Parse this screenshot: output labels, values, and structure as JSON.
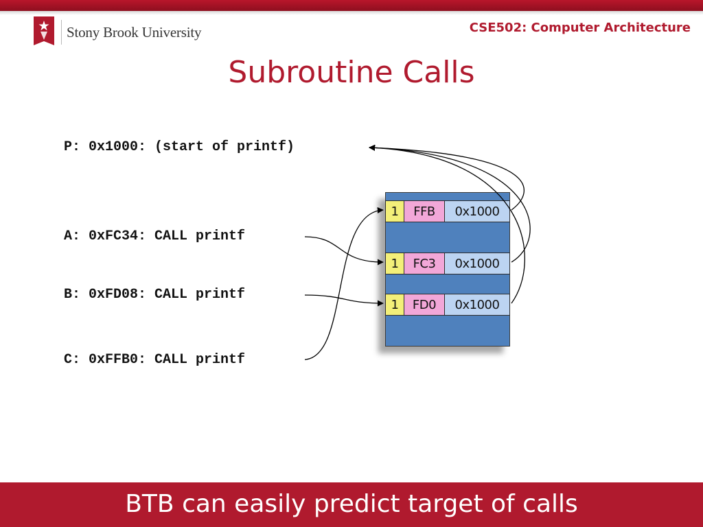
{
  "header": {
    "logo_text": "Stony Brook University",
    "course_title": "CSE502: Computer Architecture"
  },
  "slide": {
    "title": "Subroutine Calls"
  },
  "code_lines": {
    "p": "P: 0x1000: (start of printf)",
    "a": "A: 0xFC34: CALL printf",
    "b": "B: 0xFD08: CALL printf",
    "c": "C: 0xFFB0: CALL printf"
  },
  "btb": {
    "rows": [
      {
        "valid": "1",
        "tag": "FFB",
        "target": "0x1000"
      },
      {
        "valid": "1",
        "tag": "FC3",
        "target": "0x1000"
      },
      {
        "valid": "1",
        "tag": "FD0",
        "target": "0x1000"
      }
    ]
  },
  "footer": {
    "banner": "BTB can easily predict target of calls"
  },
  "colors": {
    "brand_red": "#b01a2e",
    "btb_fill": "#4f81bd",
    "valid_fill": "#f3ef79",
    "tag_fill": "#f2a7d8",
    "target_fill": "#bcd4f2"
  }
}
